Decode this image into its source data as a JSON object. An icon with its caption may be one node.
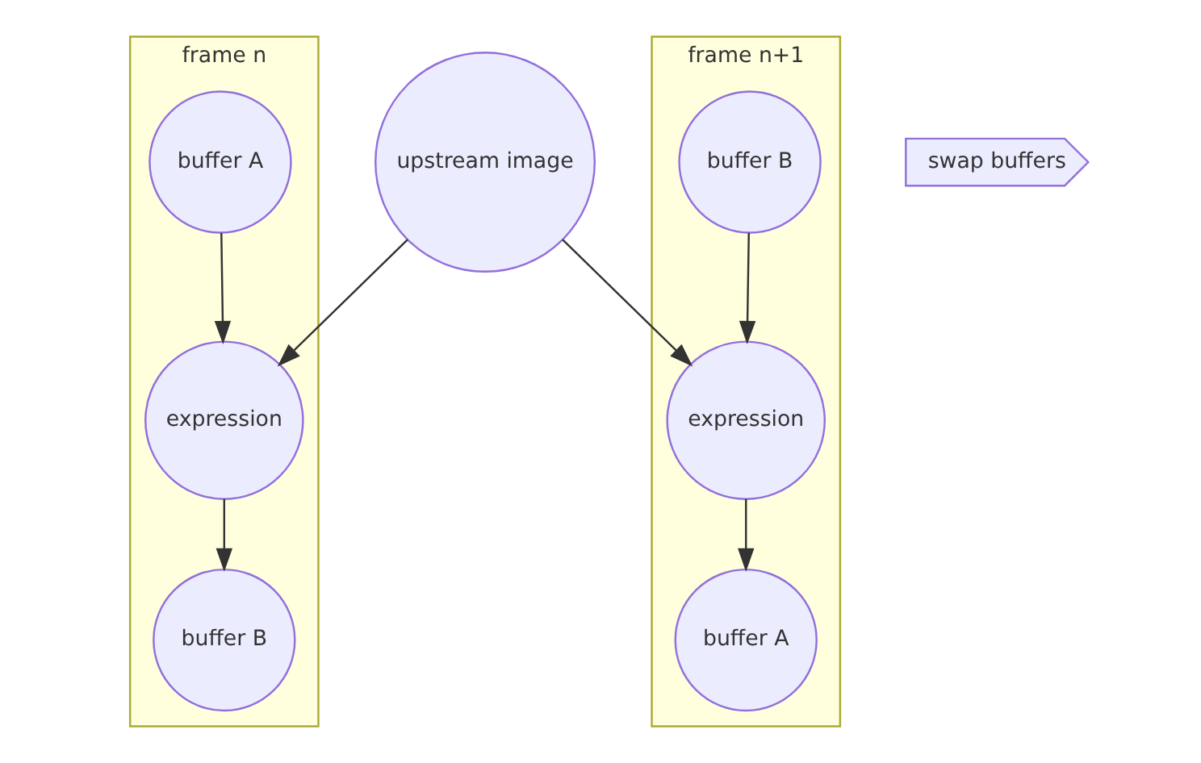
{
  "diagram": {
    "nodes": [
      {
        "text": [
          "frame n"
        ]
      },
      {
        "text": [
          "buffer A"
        ],
        "in": 0
      },
      {
        "text": [
          "expression"
        ],
        "in": 0
      },
      {
        "text": [
          "buffer B"
        ],
        "in": 0
      },
      {
        "text": [
          "upstream image"
        ]
      },
      {
        "text": [
          "swap buffers"
        ]
      },
      {
        "text": [
          "frame n+1"
        ]
      },
      {
        "text": [
          "buffer B"
        ],
        "in": 6
      },
      {
        "text": [
          "expression"
        ],
        "in": 6
      },
      {
        "text": [
          "buffer A"
        ],
        "in": 6
      }
    ],
    "edges": [
      {
        "from": 1,
        "to": 2,
        "arrow": "to"
      },
      {
        "from": 4,
        "to": 2,
        "arrow": "to"
      },
      {
        "from": 2,
        "to": 3,
        "arrow": "to"
      },
      {
        "from": 4,
        "to": 8,
        "arrow": "to"
      },
      {
        "from": 7,
        "to": 8,
        "arrow": "to"
      },
      {
        "from": 8,
        "to": 9,
        "arrow": "to"
      }
    ]
  }
}
